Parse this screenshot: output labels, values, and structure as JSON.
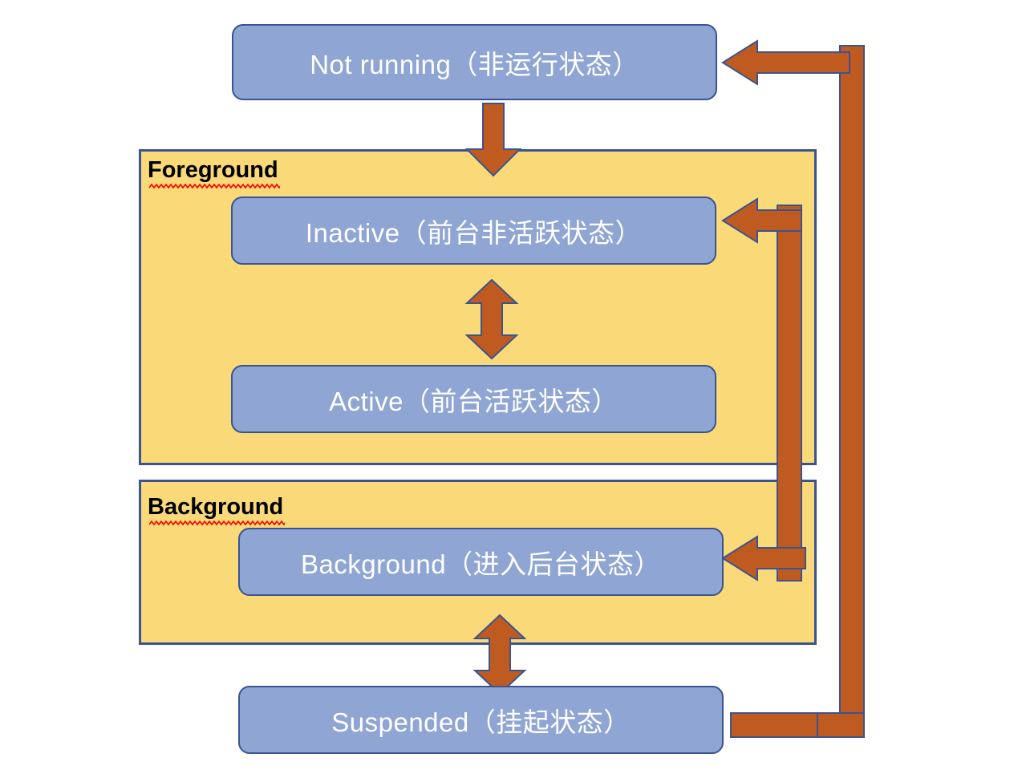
{
  "diagram": {
    "title": "iOS App Lifecycle State Diagram",
    "colors": {
      "state_fill": "#8FA5D3",
      "state_border": "#3B5490",
      "panel_fill": "#F9D978",
      "panel_border": "#3B5490",
      "arrow_fill": "#BF5B21",
      "arrow_border": "#3B5490",
      "background": "#FFFFFF",
      "label_text": "#000000",
      "state_text": "#FFFFFF",
      "spellcheck_squiggle": "#FF0000"
    },
    "states": [
      {
        "id": "not-running",
        "label": "Not running（非运行状态）"
      },
      {
        "id": "inactive",
        "label": "Inactive（前台非活跃状态）"
      },
      {
        "id": "active",
        "label": "Active（前台活跃状态）"
      },
      {
        "id": "background",
        "label": "Background（进入后台状态）"
      },
      {
        "id": "suspended",
        "label": "Suspended（挂起状态）"
      }
    ],
    "panels": [
      {
        "id": "foreground",
        "label": "Foreground"
      },
      {
        "id": "background-group",
        "label": "Background"
      }
    ],
    "connectors": [
      {
        "id": "not-running-to-foreground",
        "type": "arrow-down"
      },
      {
        "id": "inactive-active",
        "type": "arrow-double-vertical"
      },
      {
        "id": "background-suspended",
        "type": "arrow-double-vertical"
      },
      {
        "id": "return-to-not-running",
        "type": "elbow-arrow-left"
      },
      {
        "id": "return-to-inactive",
        "type": "elbow-arrow-left"
      },
      {
        "id": "return-to-background",
        "type": "elbow-arrow-left"
      },
      {
        "id": "suspended-outbound",
        "type": "elbow-path"
      }
    ]
  }
}
